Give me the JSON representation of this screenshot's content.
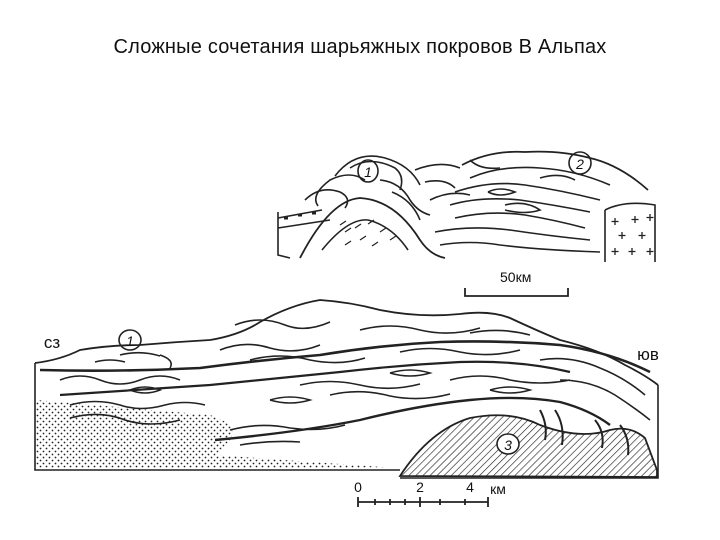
{
  "title": "Сложные сочетания шарьяжных покровов В Альпах",
  "upper_diagram": {
    "markers": [
      "1",
      "2"
    ],
    "scale_label": "50км"
  },
  "lower_diagram": {
    "left_label": "сз",
    "right_label": "юв",
    "markers": [
      "1",
      "3"
    ],
    "scale_ticks": [
      "0",
      "2",
      "4"
    ],
    "scale_unit": "км"
  }
}
